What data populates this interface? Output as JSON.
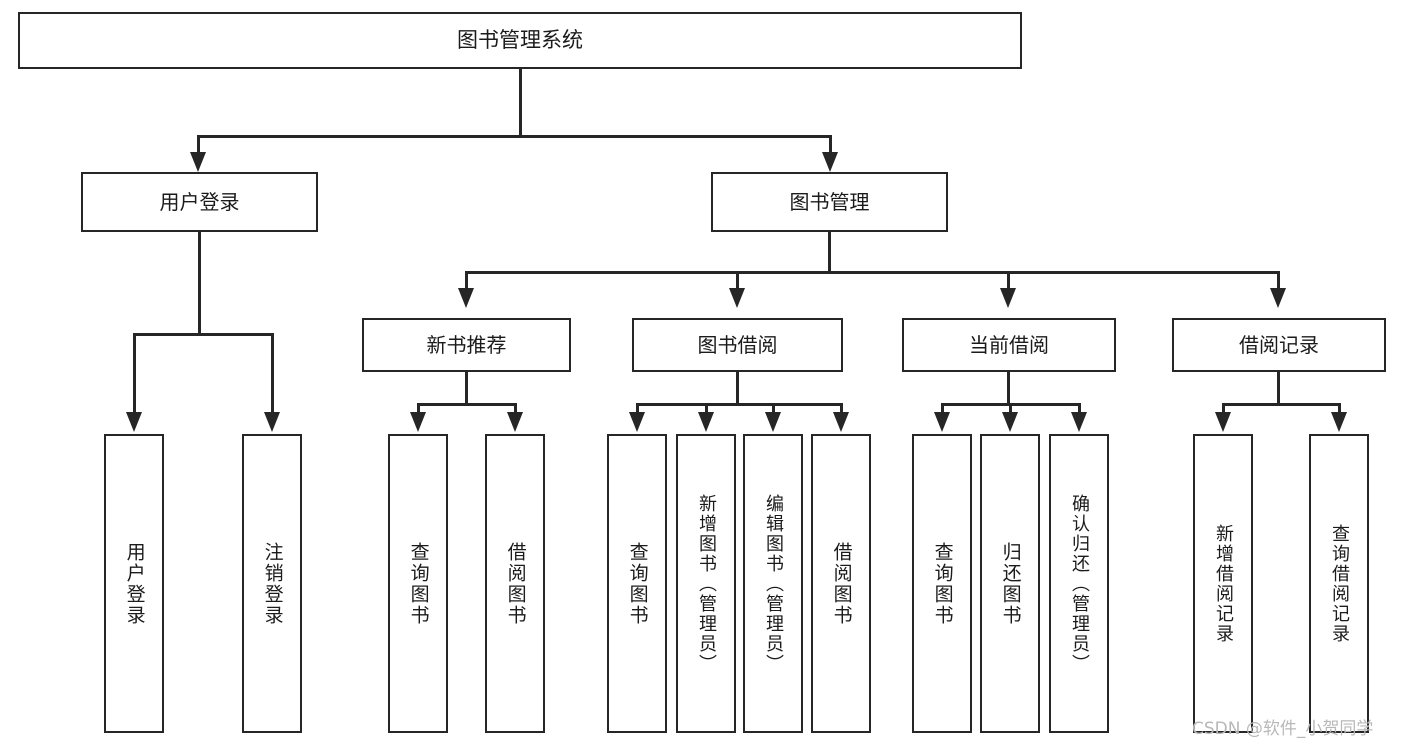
{
  "diagram": {
    "title": "图书管理系统",
    "type": "功能结构图",
    "root": {
      "label": "图书管理系统"
    },
    "level2": [
      {
        "label": "用户登录"
      },
      {
        "label": "图书管理"
      }
    ],
    "level3": [
      {
        "label": "新书推荐"
      },
      {
        "label": "图书借阅"
      },
      {
        "label": "当前借阅"
      },
      {
        "label": "借阅记录"
      }
    ],
    "leaves": {
      "user_login": [
        {
          "label": "用户登录"
        },
        {
          "label": "注销登录"
        }
      ],
      "new_book_recommend": [
        {
          "label": "查询图书"
        },
        {
          "label": "借阅图书"
        }
      ],
      "book_borrow": [
        {
          "label": "查询图书"
        },
        {
          "label": "新增图书（管理员）"
        },
        {
          "label": "编辑图书（管理员）"
        },
        {
          "label": "借阅图书"
        }
      ],
      "current_borrow": [
        {
          "label": "查询图书"
        },
        {
          "label": "归还图书"
        },
        {
          "label": "确认归还（管理员）"
        }
      ],
      "borrow_record": [
        {
          "label": "新增借阅记录"
        },
        {
          "label": "查询借阅记录"
        }
      ]
    }
  },
  "watermark": {
    "text": "CSDN @软件_小贺同学"
  },
  "colors": {
    "stroke": "#262626",
    "fill": "#ffffff",
    "text": "#1b1b1b",
    "watermark": "#b8b8b8"
  }
}
